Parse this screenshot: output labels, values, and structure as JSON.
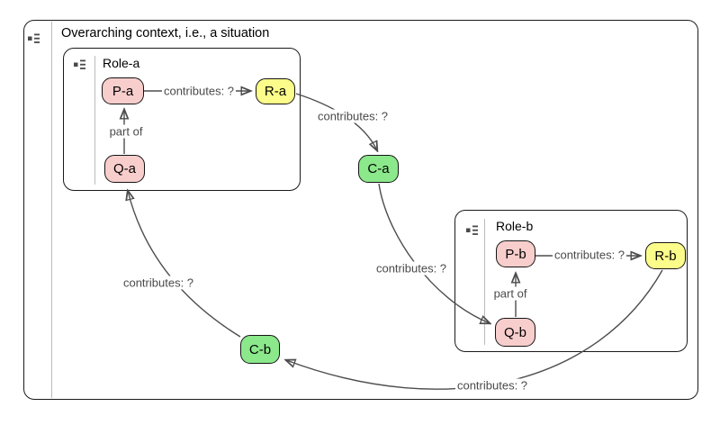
{
  "diagram": {
    "type": "concept-diagram",
    "context": {
      "title": "Overarching context, i.e., a situation"
    },
    "groups": [
      {
        "id": "role-a",
        "title": "Role-a"
      },
      {
        "id": "role-b",
        "title": "Role-b"
      }
    ],
    "nodes": [
      {
        "id": "P-a",
        "label": "P-a",
        "fill": "#F8CECC",
        "group": "role-a"
      },
      {
        "id": "R-a",
        "label": "R-a",
        "fill": "#FCFC8A",
        "group": "role-a"
      },
      {
        "id": "Q-a",
        "label": "Q-a",
        "fill": "#F8CECC",
        "group": "role-a"
      },
      {
        "id": "C-a",
        "label": "C-a",
        "fill": "#8BE88B",
        "group": "context"
      },
      {
        "id": "P-b",
        "label": "P-b",
        "fill": "#F8CECC",
        "group": "role-b"
      },
      {
        "id": "R-b",
        "label": "R-b",
        "fill": "#FCFC8A",
        "group": "role-b"
      },
      {
        "id": "Q-b",
        "label": "Q-b",
        "fill": "#F8CECC",
        "group": "role-b"
      },
      {
        "id": "C-b",
        "label": "C-b",
        "fill": "#8BE88B",
        "group": "context"
      }
    ],
    "edges": [
      {
        "from": "P-a",
        "to": "R-a",
        "label": "contributes: ?"
      },
      {
        "from": "Q-a",
        "to": "P-a",
        "label": "part of"
      },
      {
        "from": "R-a",
        "to": "C-a",
        "label": "contributes: ?"
      },
      {
        "from": "C-a",
        "to": "Q-b",
        "label": "contributes: ?"
      },
      {
        "from": "P-b",
        "to": "R-b",
        "label": "contributes: ?"
      },
      {
        "from": "Q-b",
        "to": "P-b",
        "label": "part of"
      },
      {
        "from": "R-b",
        "to": "C-b",
        "label": "contributes: ?"
      },
      {
        "from": "C-b",
        "to": "Q-a",
        "label": "contributes: ?"
      }
    ],
    "colors": {
      "node_border": "#1a1a1a",
      "edge": "#4d4d4d",
      "edge_label": "#4a4a4a",
      "pink": "#F8CECC",
      "yellow": "#FCFC8A",
      "green": "#8BE88B",
      "divider": "#bbbbbb"
    },
    "icons": {
      "compartment": "compartment-list-icon"
    }
  }
}
